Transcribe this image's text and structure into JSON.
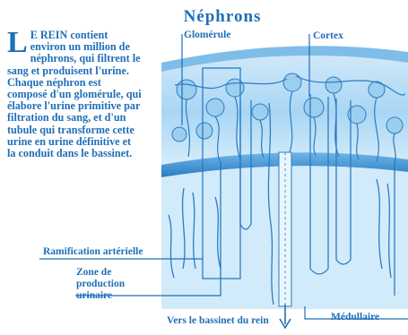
{
  "title": "Néphrons",
  "intro": {
    "dropcap": "L",
    "text": "E REIN contient environ un million de néphrons, qui filtrent le sang et produisent l'urine. Chaque néphron est composé d'un glomérule, qui élabore l'urine primitive par filtration du sang, et d'un tubule qui transforme cette urine en urine définitive et la conduit dans le bassinet."
  },
  "labels": {
    "glomerule": "Glomérule",
    "cortex": "Cortex",
    "ramification": "Ramification artérielle",
    "zone": "Zone de production urinaire",
    "vers_bassinet": "Vers le bassinet du rein",
    "medullaire": "Médullaire"
  },
  "colors": {
    "ink": "#1f6fb8",
    "tissue_light": "#bfe0f7",
    "tissue_mid": "#8ec7ee",
    "tissue_dark": "#5aa8e0",
    "band": "#2b7cc2"
  }
}
